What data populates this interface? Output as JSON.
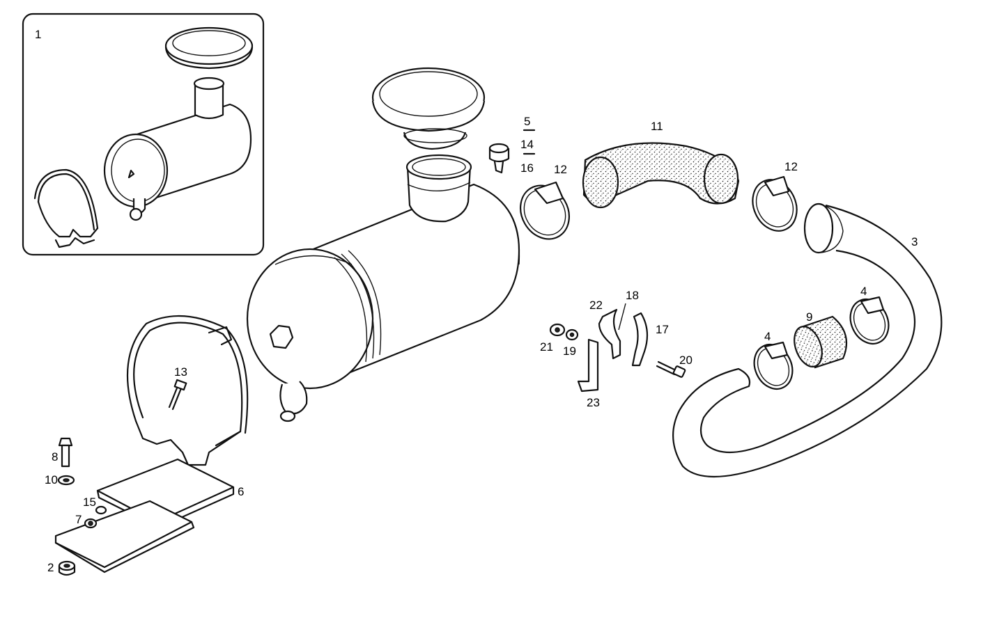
{
  "diagram": {
    "callouts": [
      {
        "id": "c1",
        "text": "1"
      },
      {
        "id": "c2",
        "text": "2"
      },
      {
        "id": "c3",
        "text": "3"
      },
      {
        "id": "c4a",
        "text": "4"
      },
      {
        "id": "c4b",
        "text": "4"
      },
      {
        "id": "c5",
        "text": "5"
      },
      {
        "id": "c14",
        "text": "14"
      },
      {
        "id": "c16",
        "text": "16"
      },
      {
        "id": "c6",
        "text": "6"
      },
      {
        "id": "c7",
        "text": "7"
      },
      {
        "id": "c8",
        "text": "8"
      },
      {
        "id": "c9",
        "text": "9"
      },
      {
        "id": "c10",
        "text": "10"
      },
      {
        "id": "c11",
        "text": "11"
      },
      {
        "id": "c12a",
        "text": "12"
      },
      {
        "id": "c12b",
        "text": "12"
      },
      {
        "id": "c13",
        "text": "13"
      },
      {
        "id": "c15",
        "text": "15"
      },
      {
        "id": "c17",
        "text": "17"
      },
      {
        "id": "c18",
        "text": "18"
      },
      {
        "id": "c19",
        "text": "19"
      },
      {
        "id": "c20",
        "text": "20"
      },
      {
        "id": "c21",
        "text": "21"
      },
      {
        "id": "c22",
        "text": "22"
      },
      {
        "id": "c23",
        "text": "23"
      }
    ]
  }
}
